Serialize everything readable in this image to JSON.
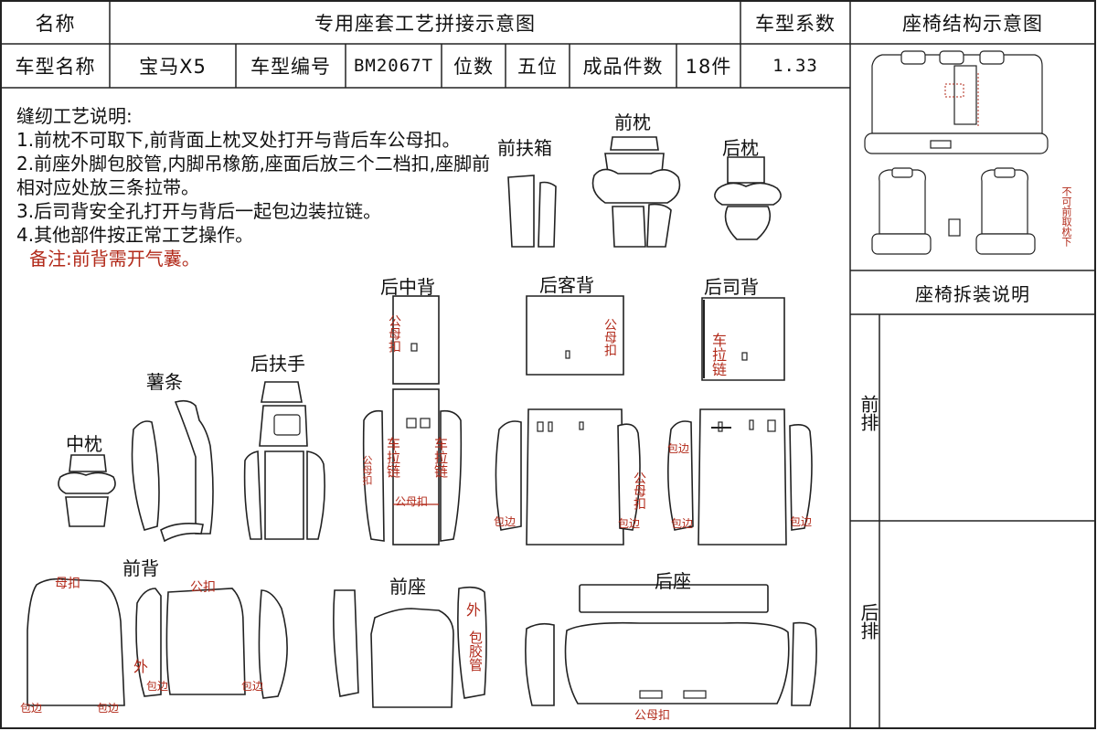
{
  "header": {
    "name_label": "名称",
    "title": "专用座套工艺拼接示意图",
    "coef_label": "车型系数",
    "structure_title": "座椅结构示意图",
    "model_name_label": "车型名称",
    "model_name": "宝马X5",
    "model_code_label": "车型编号",
    "model_code": "BM2067T",
    "seats_label": "位数",
    "seats": "五位",
    "pieces_label": "成品件数",
    "pieces": "18件",
    "coef": "1.33"
  },
  "notes": {
    "title": "缝纫工艺说明:",
    "items": [
      "1.前枕不可取下,前背面上枕叉处打开与背后车公母扣。",
      "2.前座外脚包胶管,内脚吊橡筋,座面后放三个二档扣,座脚前相对应处放三条拉带。",
      "3.后司背安全孔打开与背后一起包边装拉链。",
      "4.其他部件按正常工艺操作。"
    ],
    "remark": "备注:前背需开气囊。"
  },
  "parts": {
    "front_armrest": "前扶箱",
    "front_pillow": "前枕",
    "rear_pillow": "后枕",
    "rear_middle_back": "后中背",
    "rear_passenger_back": "后客背",
    "rear_driver_back": "后司背",
    "strip": "薯条",
    "rear_armrest": "后扶手",
    "middle_pillow": "中枕",
    "front_back": "前背",
    "front_seat": "前座",
    "rear_seat": "后座"
  },
  "annotations": {
    "snap": "公母扣",
    "zipper": "车拉链",
    "edge": "包边",
    "female": "母扣",
    "male": "公扣",
    "outer": "外",
    "rubber_tube": "包胶管",
    "front_removable": "不可前取枕下"
  },
  "right_panel": {
    "disassembly_title": "座椅拆装说明",
    "front_row": "前排",
    "rear_row": "后排"
  },
  "colors": {
    "line": "#222222",
    "annotation": "#b22a1a",
    "seat_fill": "#e8f2f2"
  }
}
